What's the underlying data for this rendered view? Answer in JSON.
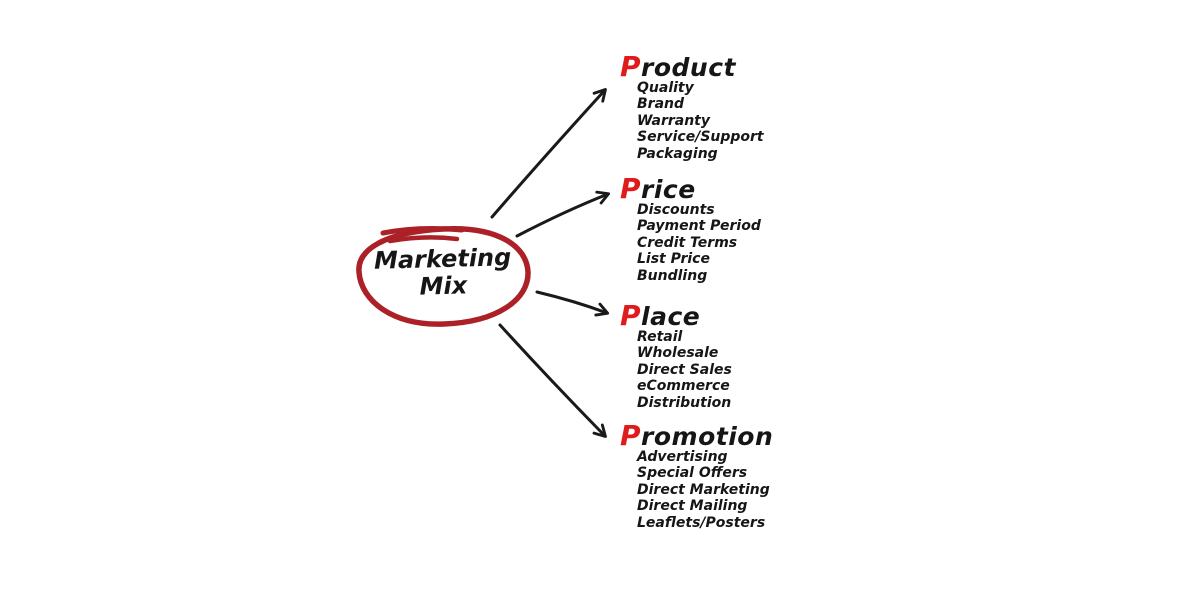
{
  "diagram_title": "Marketing Mix",
  "center": {
    "lines": [
      "Marketing",
      "Mix"
    ]
  },
  "colors": {
    "background": "#ffffff",
    "text": "#161616",
    "ellipse_stroke": "#ab2127",
    "heading_initial": "#e01b1b",
    "arrow": "#1a1a1a"
  },
  "branches": [
    {
      "name": "product",
      "title_initial": "P",
      "title_rest": "roduct",
      "items": [
        "Quality",
        "Brand",
        "Warranty",
        "Service/Support",
        "Packaging"
      ]
    },
    {
      "name": "price",
      "title_initial": "P",
      "title_rest": "rice",
      "items": [
        "Discounts",
        "Payment Period",
        "Credit Terms",
        "List Price",
        "Bundling"
      ]
    },
    {
      "name": "place",
      "title_initial": "P",
      "title_rest": "lace",
      "items": [
        "Retail",
        "Wholesale",
        "Direct Sales",
        "eCommerce",
        "Distribution"
      ]
    },
    {
      "name": "promotion",
      "title_initial": "P",
      "title_rest": "romotion",
      "items": [
        "Advertising",
        "Special Offers",
        "Direct Marketing",
        "Direct Mailing",
        "Leaflets/Posters"
      ]
    }
  ]
}
